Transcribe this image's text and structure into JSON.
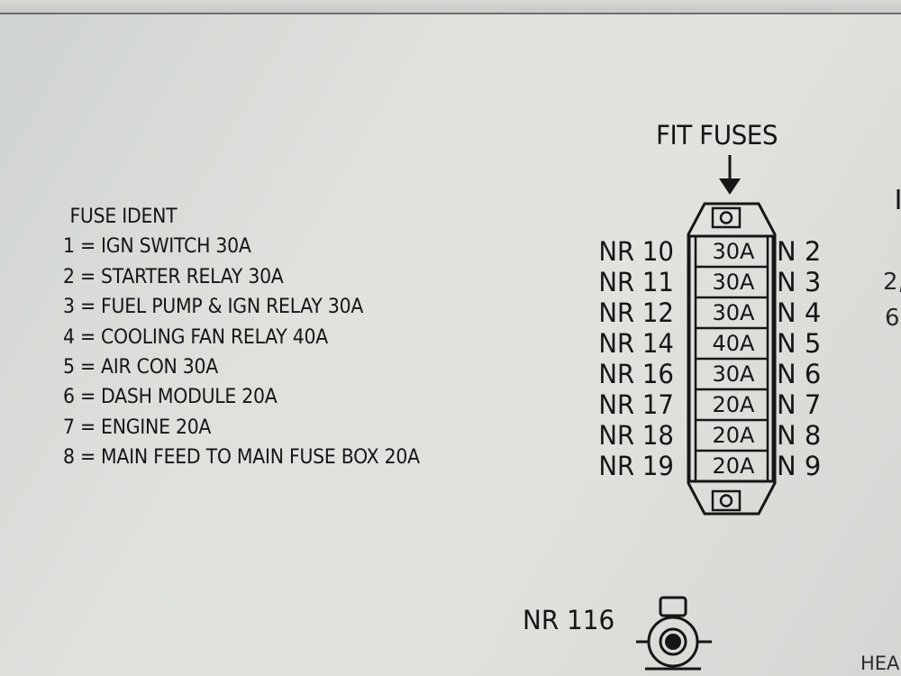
{
  "legend": {
    "title": "FUSE IDENT",
    "items": [
      "1 = IGN SWITCH 30A",
      "2 = STARTER RELAY 30A",
      "3 = FUEL PUMP & IGN RELAY 30A",
      "4 = COOLING FAN RELAY 40A",
      "5 = AIR CON 30A",
      "6 = DASH MODULE 20A",
      "7 = ENGINE 20A",
      "8 = MAIN FEED TO MAIN FUSE BOX 20A"
    ]
  },
  "fusebox": {
    "header": "FIT FUSES",
    "rows": [
      {
        "nr": "NR 10",
        "rating": "30A",
        "n": "N 2"
      },
      {
        "nr": "NR 11",
        "rating": "30A",
        "n": "N 3"
      },
      {
        "nr": "NR 12",
        "rating": "30A",
        "n": "N 4"
      },
      {
        "nr": "NR 14",
        "rating": "40A",
        "n": "N 5"
      },
      {
        "nr": "NR 16",
        "rating": "30A",
        "n": "N 6"
      },
      {
        "nr": "NR 17",
        "rating": "20A",
        "n": "N 7"
      },
      {
        "nr": "NR 18",
        "rating": "20A",
        "n": "N 8"
      },
      {
        "nr": "NR 19",
        "rating": "20A",
        "n": "N 9"
      }
    ]
  },
  "connector": {
    "label": "NR 116"
  },
  "edge_fragments": {
    "right_1": "2,",
    "right_2": "6",
    "bottom_right": "HEA"
  },
  "colors": {
    "background": "#dfe1dd",
    "ink": "#161616"
  }
}
